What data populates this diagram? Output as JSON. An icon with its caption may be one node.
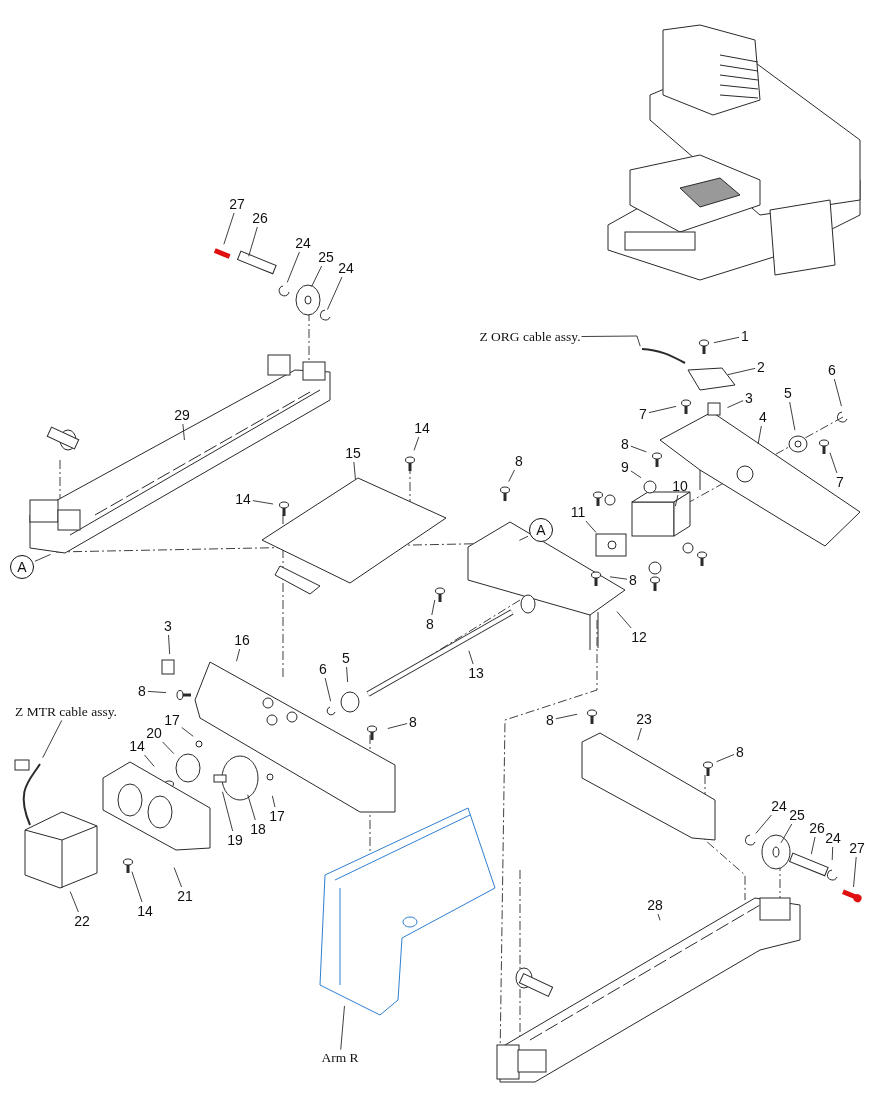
{
  "diagram": {
    "nodes": [
      {
        "text": [
          "27"
        ]
      },
      {
        "text": [
          "26"
        ]
      },
      {
        "text": [
          "24"
        ]
      },
      {
        "text": [
          "25"
        ]
      },
      {
        "text": [
          "24"
        ]
      },
      {
        "text": [
          "Z ORG cable assy."
        ]
      },
      {
        "text": [
          "1"
        ]
      },
      {
        "text": [
          "2"
        ]
      },
      {
        "text": [
          "6"
        ]
      },
      {
        "text": [
          "3"
        ]
      },
      {
        "text": [
          "7"
        ]
      },
      {
        "text": [
          "5"
        ]
      },
      {
        "text": [
          "4"
        ]
      },
      {
        "text": [
          "14"
        ]
      },
      {
        "text": [
          "15"
        ]
      },
      {
        "text": [
          "29"
        ]
      },
      {
        "text": [
          "7"
        ]
      },
      {
        "text": [
          "8"
        ]
      },
      {
        "text": [
          "8"
        ]
      },
      {
        "text": [
          "9"
        ]
      },
      {
        "text": [
          "10"
        ]
      },
      {
        "text": [
          "14"
        ]
      },
      {
        "text": [
          "11"
        ]
      },
      {
        "text": [
          "A"
        ]
      },
      {
        "text": [
          "A"
        ]
      },
      {
        "text": [
          "8"
        ]
      },
      {
        "text": [
          "8"
        ]
      },
      {
        "text": [
          "12"
        ]
      },
      {
        "text": [
          "13"
        ]
      },
      {
        "text": [
          "3"
        ]
      },
      {
        "text": [
          "16"
        ]
      },
      {
        "text": [
          "5"
        ]
      },
      {
        "text": [
          "6"
        ]
      },
      {
        "text": [
          "8"
        ]
      },
      {
        "text": [
          "8"
        ]
      },
      {
        "text": [
          "Z MTR cable assy."
        ]
      },
      {
        "text": [
          "17"
        ]
      },
      {
        "text": [
          "20"
        ]
      },
      {
        "text": [
          "14"
        ]
      },
      {
        "text": [
          "8"
        ]
      },
      {
        "text": [
          "23"
        ]
      },
      {
        "text": [
          "8"
        ]
      },
      {
        "text": [
          "17"
        ]
      },
      {
        "text": [
          "18"
        ]
      },
      {
        "text": [
          "19"
        ]
      },
      {
        "text": [
          "24"
        ]
      },
      {
        "text": [
          "25"
        ]
      },
      {
        "text": [
          "26"
        ]
      },
      {
        "text": [
          "24"
        ]
      },
      {
        "text": [
          "27"
        ]
      },
      {
        "text": [
          "21"
        ]
      },
      {
        "text": [
          "22"
        ]
      },
      {
        "text": [
          "14"
        ]
      },
      {
        "text": [
          "28"
        ]
      },
      {
        "text": [
          "Arm R"
        ]
      }
    ],
    "edges": [
      {
        "from": 0,
        "to": null,
        "arrow": "none"
      },
      {
        "from": 1,
        "to": null,
        "arrow": "none"
      },
      {
        "from": 2,
        "to": null,
        "arrow": "none"
      },
      {
        "from": 3,
        "to": null,
        "arrow": "none"
      },
      {
        "from": 4,
        "to": null,
        "arrow": "none"
      },
      {
        "from": 5,
        "to": null,
        "arrow": "none"
      },
      {
        "from": 6,
        "to": null,
        "arrow": "none"
      },
      {
        "from": 7,
        "to": null,
        "arrow": "none"
      },
      {
        "from": 8,
        "to": null,
        "arrow": "none"
      },
      {
        "from": 9,
        "to": null,
        "arrow": "none"
      },
      {
        "from": 10,
        "to": null,
        "arrow": "none"
      },
      {
        "from": 11,
        "to": null,
        "arrow": "none"
      },
      {
        "from": 12,
        "to": null,
        "arrow": "none"
      },
      {
        "from": 13,
        "to": null,
        "arrow": "none"
      },
      {
        "from": 14,
        "to": null,
        "arrow": "none"
      },
      {
        "from": 15,
        "to": null,
        "arrow": "none"
      },
      {
        "from": 16,
        "to": null,
        "arrow": "none"
      },
      {
        "from": 17,
        "to": null,
        "arrow": "none"
      },
      {
        "from": 18,
        "to": null,
        "arrow": "none"
      },
      {
        "from": 19,
        "to": null,
        "arrow": "none"
      },
      {
        "from": 20,
        "to": null,
        "arrow": "none"
      },
      {
        "from": 21,
        "to": null,
        "arrow": "none"
      },
      {
        "from": 22,
        "to": null,
        "arrow": "none"
      },
      {
        "from": 23,
        "to": null,
        "arrow": "none"
      },
      {
        "from": 24,
        "to": null,
        "arrow": "none"
      },
      {
        "from": 25,
        "to": null,
        "arrow": "none"
      },
      {
        "from": 26,
        "to": null,
        "arrow": "none"
      },
      {
        "from": 27,
        "to": null,
        "arrow": "none"
      },
      {
        "from": 28,
        "to": null,
        "arrow": "none"
      },
      {
        "from": 29,
        "to": null,
        "arrow": "none"
      },
      {
        "from": 30,
        "to": null,
        "arrow": "none"
      },
      {
        "from": 31,
        "to": null,
        "arrow": "none"
      },
      {
        "from": 32,
        "to": null,
        "arrow": "none"
      },
      {
        "from": 33,
        "to": null,
        "arrow": "none"
      },
      {
        "from": 34,
        "to": null,
        "arrow": "none"
      },
      {
        "from": 35,
        "to": null,
        "arrow": "none"
      },
      {
        "from": 36,
        "to": null,
        "arrow": "none"
      },
      {
        "from": 37,
        "to": null,
        "arrow": "none"
      },
      {
        "from": 38,
        "to": null,
        "arrow": "none"
      },
      {
        "from": 39,
        "to": null,
        "arrow": "none"
      },
      {
        "from": 40,
        "to": null,
        "arrow": "none"
      },
      {
        "from": 41,
        "to": null,
        "arrow": "none"
      },
      {
        "from": 42,
        "to": null,
        "arrow": "none"
      },
      {
        "from": 43,
        "to": null,
        "arrow": "none"
      },
      {
        "from": 44,
        "to": null,
        "arrow": "none"
      },
      {
        "from": 45,
        "to": null,
        "arrow": "none"
      },
      {
        "from": 46,
        "to": null,
        "arrow": "none"
      },
      {
        "from": 47,
        "to": null,
        "arrow": "none"
      },
      {
        "from": 48,
        "to": null,
        "arrow": "none"
      },
      {
        "from": 49,
        "to": null,
        "arrow": "none"
      },
      {
        "from": 50,
        "to": null,
        "arrow": "none"
      },
      {
        "from": 51,
        "to": null,
        "arrow": "none"
      },
      {
        "from": 52,
        "to": null,
        "arrow": "none"
      },
      {
        "from": 53,
        "to": null,
        "arrow": "none"
      },
      {
        "from": 54,
        "to": null,
        "arrow": "none"
      }
    ]
  }
}
